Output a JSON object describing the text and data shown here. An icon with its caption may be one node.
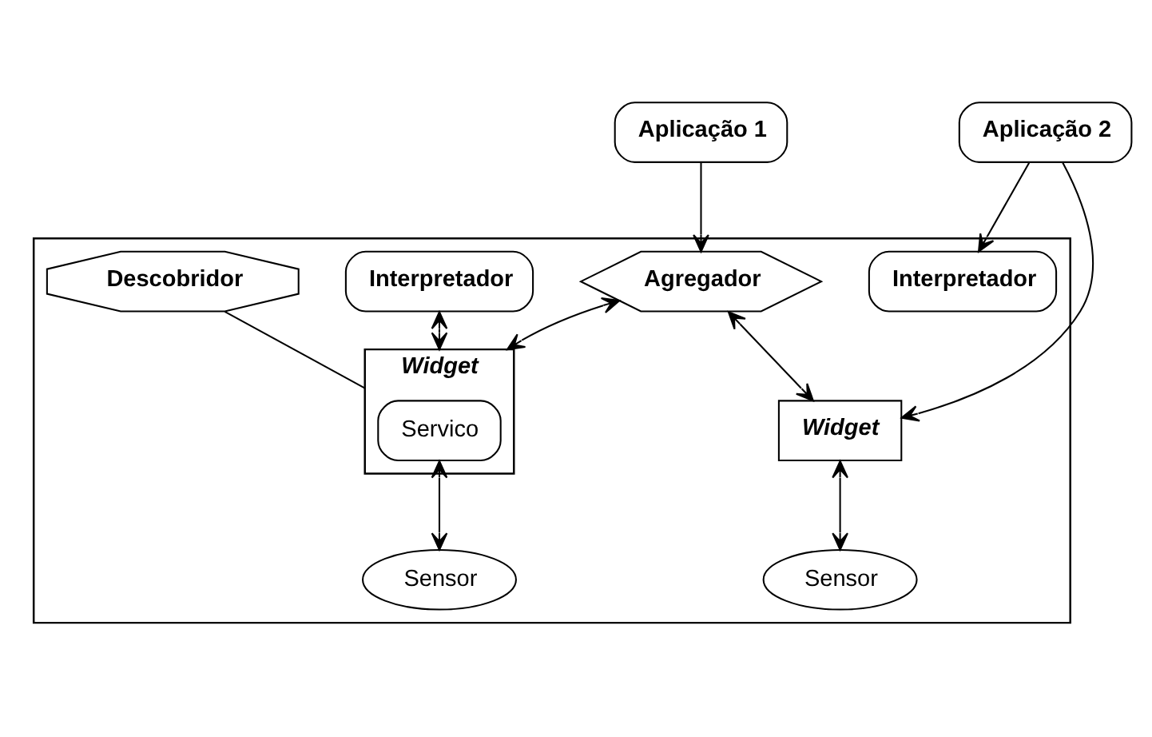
{
  "diagram": {
    "nodes": [
      {
        "text": [
          "Aplicação 1"
        ]
      },
      {
        "text": [
          "Aplicação 2"
        ]
      },
      {
        "text": [],
        "shape": "box"
      },
      {
        "text": [
          "Agregador"
        ],
        "in": 2
      },
      {
        "text": [
          "Interpretador"
        ],
        "in": 2
      },
      {
        "text": [
          "Interpretador"
        ],
        "in": 2
      },
      {
        "text": [
          "Descobridor"
        ],
        "in": 2
      },
      {
        "text": [
          "Widget"
        ],
        "in": 2
      },
      {
        "text": [
          "Servico"
        ],
        "in": 7
      },
      {
        "text": [
          "Widget"
        ],
        "in": 2
      },
      {
        "text": [
          "Sensor"
        ],
        "in": 2
      },
      {
        "text": [
          "Sensor"
        ],
        "in": 2
      }
    ],
    "edges": [
      {
        "from": 0,
        "to": 3,
        "arrow": "to"
      },
      {
        "from": 1,
        "to": 9,
        "arrow": "to"
      },
      {
        "from": 1,
        "to": 5,
        "arrow": "to"
      },
      {
        "from": 3,
        "to": 7,
        "arrow": "both"
      },
      {
        "from": 3,
        "to": 9,
        "arrow": "both"
      },
      {
        "from": 4,
        "to": 7,
        "arrow": "both"
      },
      {
        "from": 6,
        "to": 7,
        "arrow": "none"
      },
      {
        "from": 8,
        "to": 10,
        "arrow": "both"
      },
      {
        "from": 9,
        "to": 11,
        "arrow": "both"
      }
    ]
  }
}
